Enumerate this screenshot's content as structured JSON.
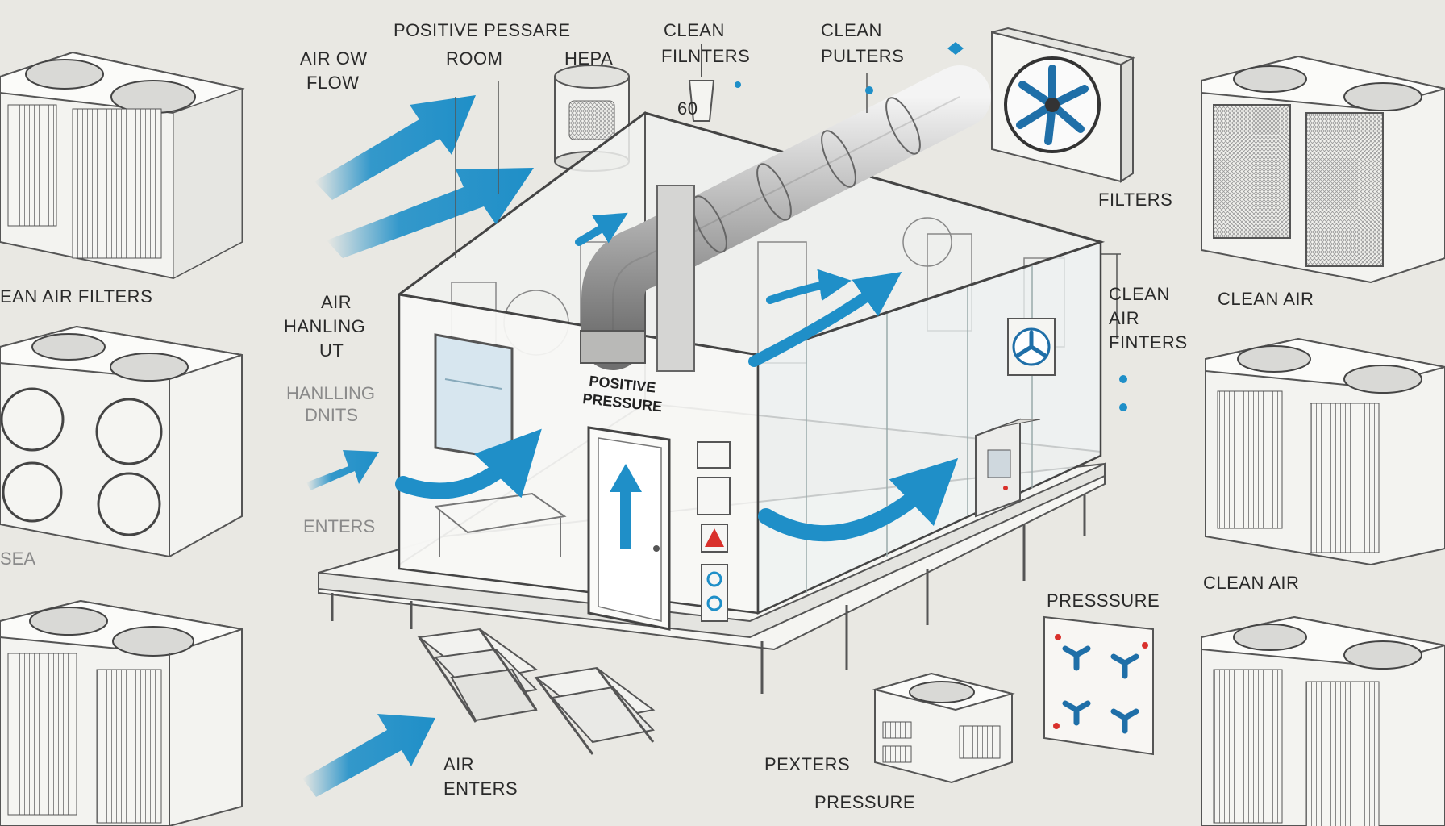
{
  "labels": {
    "air_ow": "AIR OW",
    "flow": "FLOW",
    "positive_pessare": "POSITIVE PESSARE",
    "room": "ROOM",
    "hepa": "HEPA",
    "clean_top": "CLEAN",
    "filnters_top": "FILNTERS",
    "clean_top2": "CLEAN",
    "pulters": "PULTERS",
    "filters_right": "FILTERS",
    "clean_right": "CLEAN",
    "air_right": "AIR",
    "finters_right": "FINTERS",
    "clean_air_right1": "CLEAN AIR",
    "clean_air_right2": "CLEAN AIR",
    "ean_air_filters": "EAN AIR FILTERS",
    "air_left": "AIR",
    "hanling": "HANLING",
    "ut": "UT",
    "hanlling": "HANLLING",
    "dnits": "DNITS",
    "enters_left": "ENTERS",
    "sea": "SEA",
    "air_bottom": "AIR",
    "enters_bottom": "ENTERS",
    "pexters": "PEXTERS",
    "pressure_bottom": "PRESSURE",
    "presssure": "PRESSSURE",
    "door_positive": "POSITIVE",
    "door_pressure": "PRESSURE",
    "filter_tag": "60"
  },
  "colors": {
    "background": "#e9e8e3",
    "arrow_blue": "#1f8fc8",
    "line": "#555555",
    "unit_body": "#f3f3f0",
    "warning_red": "#d9302b"
  },
  "icons": [
    "air-handling-unit-icon",
    "fan-icon",
    "hepa-filter-icon",
    "duct-icon",
    "airflow-arrow-icon",
    "door-icon",
    "stairs-icon",
    "warning-sign-icon",
    "control-panel-icon"
  ]
}
